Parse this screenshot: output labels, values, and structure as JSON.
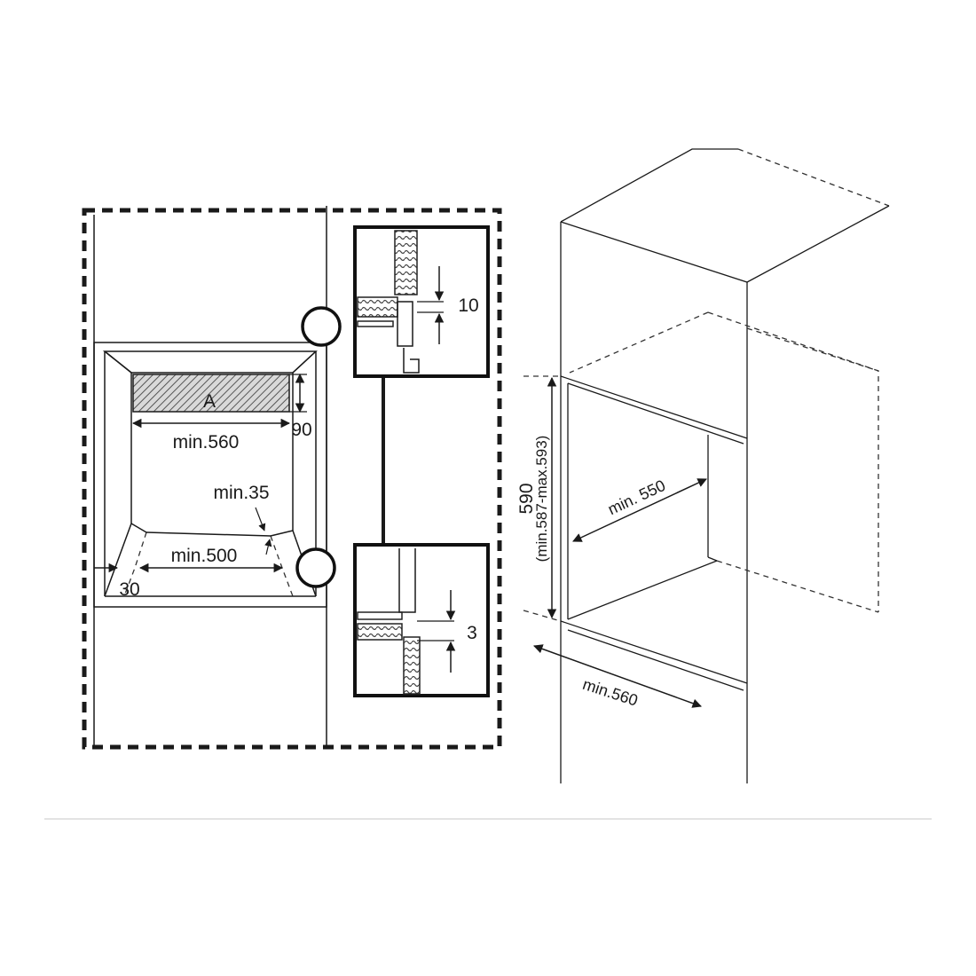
{
  "labels": {
    "panel_a": "A",
    "dim_560": "min.560",
    "dim_90": "90",
    "dim_35": "min.35",
    "dim_500": "min.500",
    "dim_30": "30",
    "dim_10": "10",
    "dim_3": "3",
    "dim_550": "min. 550",
    "dim_590": "590",
    "dim_590_range": "(min.587-max.593)",
    "dim_560_bottom": "min.560"
  },
  "colors": {
    "line": "#1a1a1a",
    "hatch": "#555555",
    "separator": "#e3e3e3"
  }
}
